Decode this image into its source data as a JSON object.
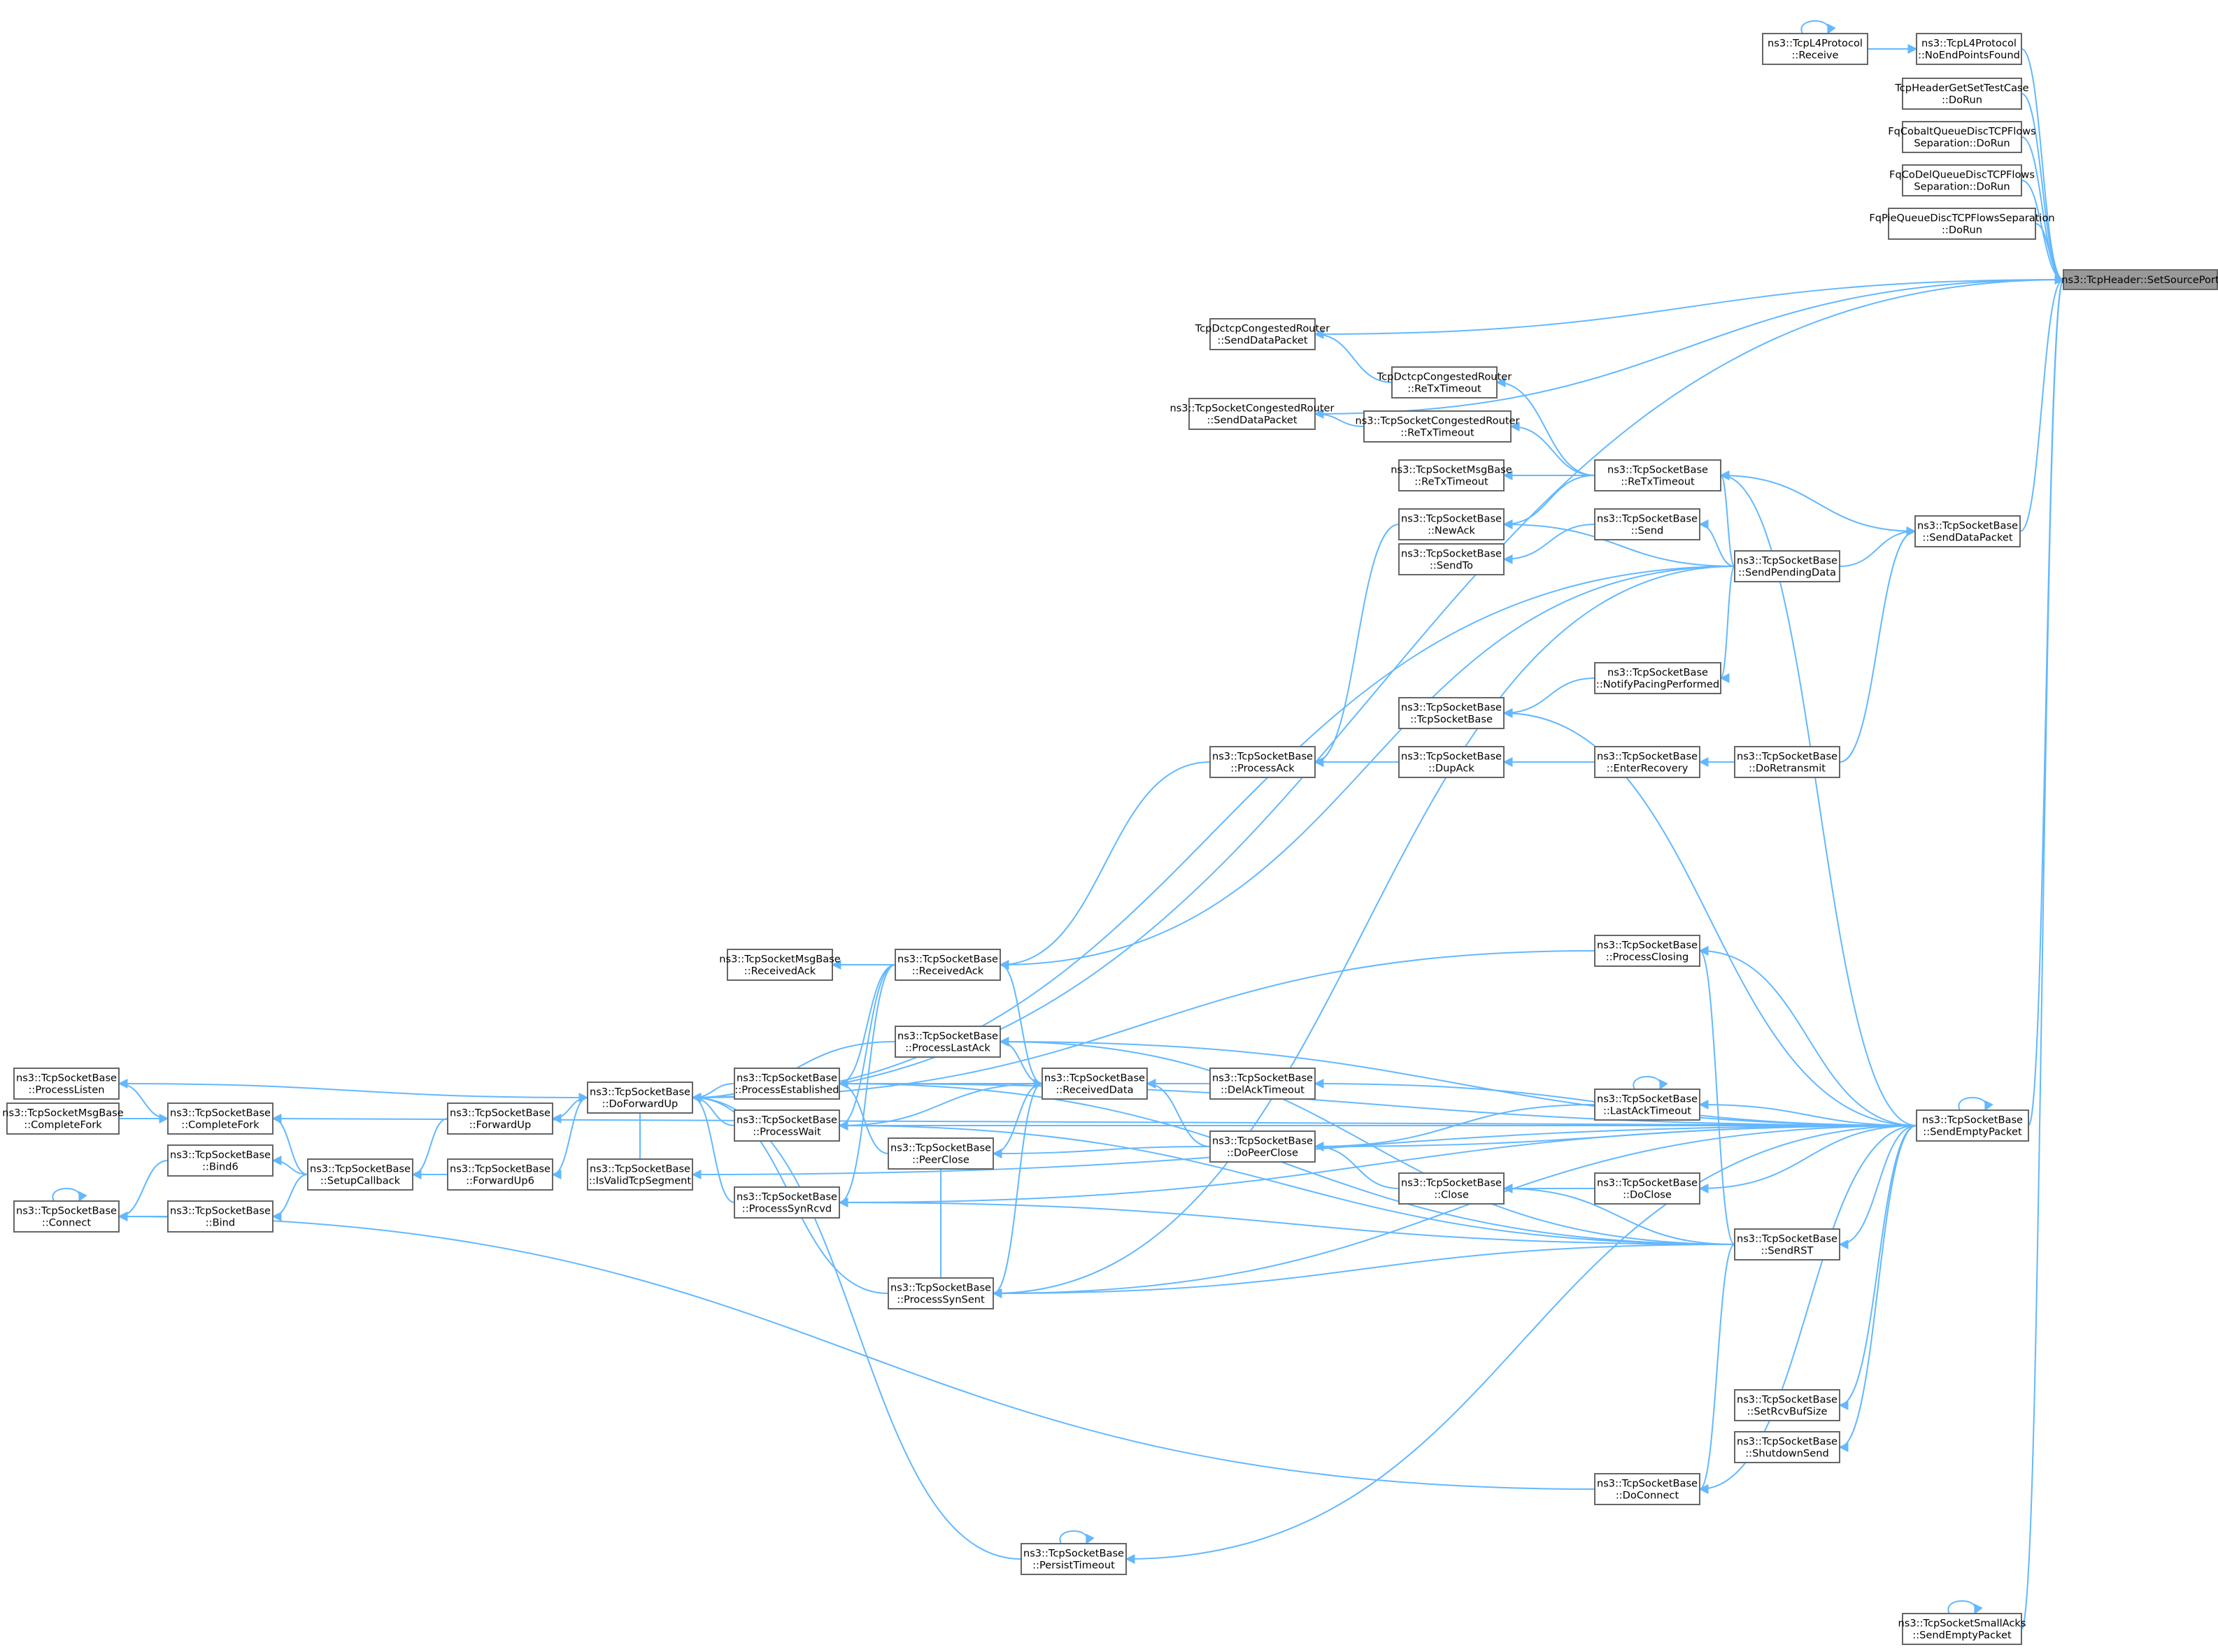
{
  "graph": {
    "title": "",
    "colors": {
      "edge": "#63b8ff",
      "node_border": "#666666",
      "node_fill": "#ffffff",
      "focus_fill": "#999999"
    },
    "nodes": [
      {
        "id": "setsourceport",
        "lines": [
          "ns3::TcpHeader::SetSourcePort"
        ],
        "focus": true
      },
      {
        "id": "l4recv",
        "lines": [
          "ns3::TcpL4Protocol",
          "::Receive"
        ]
      },
      {
        "id": "l4noend",
        "lines": [
          "ns3::TcpL4Protocol",
          "::NoEndPointsFound"
        ]
      },
      {
        "id": "hdrtest",
        "lines": [
          "TcpHeaderGetSetTestCase",
          "::DoRun"
        ]
      },
      {
        "id": "fqcobalt",
        "lines": [
          "FqCobaltQueueDiscTCPFlows",
          "Separation::DoRun"
        ]
      },
      {
        "id": "fqcodel",
        "lines": [
          "FqCoDelQueueDiscTCPFlows",
          "Separation::DoRun"
        ]
      },
      {
        "id": "fqpie",
        "lines": [
          "FqPieQueueDiscTCPFlowsSeparation",
          "::DoRun"
        ]
      },
      {
        "id": "dctcpsend",
        "lines": [
          "TcpDctcpCongestedRouter",
          "::SendDataPacket"
        ]
      },
      {
        "id": "dctcprtx",
        "lines": [
          "TcpDctcpCongestedRouter",
          "::ReTxTimeout"
        ]
      },
      {
        "id": "congsend",
        "lines": [
          "ns3::TcpSocketCongestedRouter",
          "::SendDataPacket"
        ]
      },
      {
        "id": "congrtx",
        "lines": [
          "ns3::TcpSocketCongestedRouter",
          "::ReTxTimeout"
        ]
      },
      {
        "id": "msgrtx",
        "lines": [
          "ns3::TcpSocketMsgBase",
          "::ReTxTimeout"
        ]
      },
      {
        "id": "rtx",
        "lines": [
          "ns3::TcpSocketBase",
          "::ReTxTimeout"
        ]
      },
      {
        "id": "newack",
        "lines": [
          "ns3::TcpSocketBase",
          "::NewAck"
        ]
      },
      {
        "id": "send",
        "lines": [
          "ns3::TcpSocketBase",
          "::Send"
        ]
      },
      {
        "id": "sendto",
        "lines": [
          "ns3::TcpSocketBase",
          "::SendTo"
        ]
      },
      {
        "id": "senddata",
        "lines": [
          "ns3::TcpSocketBase",
          "::SendDataPacket"
        ]
      },
      {
        "id": "sendpending",
        "lines": [
          "ns3::TcpSocketBase",
          "::SendPendingData"
        ]
      },
      {
        "id": "pacing",
        "lines": [
          "ns3::TcpSocketBase",
          "::NotifyPacingPerformed"
        ]
      },
      {
        "id": "ctor",
        "lines": [
          "ns3::TcpSocketBase",
          "::TcpSocketBase"
        ]
      },
      {
        "id": "processack",
        "lines": [
          "ns3::TcpSocketBase",
          "::ProcessAck"
        ]
      },
      {
        "id": "dupack",
        "lines": [
          "ns3::TcpSocketBase",
          "::DupAck"
        ]
      },
      {
        "id": "enterrec",
        "lines": [
          "ns3::TcpSocketBase",
          "::EnterRecovery"
        ]
      },
      {
        "id": "doretx",
        "lines": [
          "ns3::TcpSocketBase",
          "::DoRetransmit"
        ]
      },
      {
        "id": "closing",
        "lines": [
          "ns3::TcpSocketBase",
          "::ProcessClosing"
        ]
      },
      {
        "id": "msgrecvack",
        "lines": [
          "ns3::TcpSocketMsgBase",
          "::ReceivedAck"
        ]
      },
      {
        "id": "recvack",
        "lines": [
          "ns3::TcpSocketBase",
          "::ReceivedAck"
        ]
      },
      {
        "id": "lastack",
        "lines": [
          "ns3::TcpSocketBase",
          "::ProcessLastAck"
        ]
      },
      {
        "id": "listen",
        "lines": [
          "ns3::TcpSocketBase",
          "::ProcessListen"
        ]
      },
      {
        "id": "established",
        "lines": [
          "ns3::TcpSocketBase",
          "::ProcessEstablished"
        ]
      },
      {
        "id": "recvdata",
        "lines": [
          "ns3::TcpSocketBase",
          "::ReceivedData"
        ]
      },
      {
        "id": "delack",
        "lines": [
          "ns3::TcpSocketBase",
          "::DelAckTimeout"
        ]
      },
      {
        "id": "lastacktimeout",
        "lines": [
          "ns3::TcpSocketBase",
          "::LastAckTimeout"
        ]
      },
      {
        "id": "sendempty",
        "lines": [
          "ns3::TcpSocketBase",
          "::SendEmptyPacket"
        ]
      },
      {
        "id": "msgcompletefork",
        "lines": [
          "ns3::TcpSocketMsgBase",
          "::CompleteFork"
        ]
      },
      {
        "id": "completefork",
        "lines": [
          "ns3::TcpSocketBase",
          "::CompleteFork"
        ]
      },
      {
        "id": "forwardup",
        "lines": [
          "ns3::TcpSocketBase",
          "::ForwardUp"
        ]
      },
      {
        "id": "doforwardup",
        "lines": [
          "ns3::TcpSocketBase",
          "::DoForwardUp"
        ]
      },
      {
        "id": "processwait",
        "lines": [
          "ns3::TcpSocketBase",
          "::ProcessWait"
        ]
      },
      {
        "id": "doPeerClose",
        "lines": [
          "ns3::TcpSocketBase",
          "::DoPeerClose"
        ]
      },
      {
        "id": "bind6",
        "lines": [
          "ns3::TcpSocketBase",
          "::Bind6"
        ]
      },
      {
        "id": "setupcb",
        "lines": [
          "ns3::TcpSocketBase",
          "::SetupCallback"
        ]
      },
      {
        "id": "forwardup6",
        "lines": [
          "ns3::TcpSocketBase",
          "::ForwardUp6"
        ]
      },
      {
        "id": "validseg",
        "lines": [
          "ns3::TcpSocketBase",
          "::IsValidTcpSegment"
        ]
      },
      {
        "id": "peerclose",
        "lines": [
          "ns3::TcpSocketBase",
          "::PeerClose"
        ]
      },
      {
        "id": "connect",
        "lines": [
          "ns3::TcpSocketBase",
          "::Connect"
        ]
      },
      {
        "id": "bind",
        "lines": [
          "ns3::TcpSocketBase",
          "::Bind"
        ]
      },
      {
        "id": "synrcvd",
        "lines": [
          "ns3::TcpSocketBase",
          "::ProcessSynRcvd"
        ]
      },
      {
        "id": "close",
        "lines": [
          "ns3::TcpSocketBase",
          "::Close"
        ]
      },
      {
        "id": "doclose",
        "lines": [
          "ns3::TcpSocketBase",
          "::DoClose"
        ]
      },
      {
        "id": "sendrst",
        "lines": [
          "ns3::TcpSocketBase",
          "::SendRST"
        ]
      },
      {
        "id": "synsent",
        "lines": [
          "ns3::TcpSocketBase",
          "::ProcessSynSent"
        ]
      },
      {
        "id": "setrcvbuf",
        "lines": [
          "ns3::TcpSocketBase",
          "::SetRcvBufSize"
        ]
      },
      {
        "id": "shutdown",
        "lines": [
          "ns3::TcpSocketBase",
          "::ShutdownSend"
        ]
      },
      {
        "id": "doconnect",
        "lines": [
          "ns3::TcpSocketBase",
          "::DoConnect"
        ]
      },
      {
        "id": "persist",
        "lines": [
          "ns3::TcpSocketBase",
          "::PersistTimeout"
        ]
      },
      {
        "id": "smallacks",
        "lines": [
          "ns3::TcpSocketSmallAcks",
          "::SendEmptyPacket"
        ]
      }
    ]
  }
}
